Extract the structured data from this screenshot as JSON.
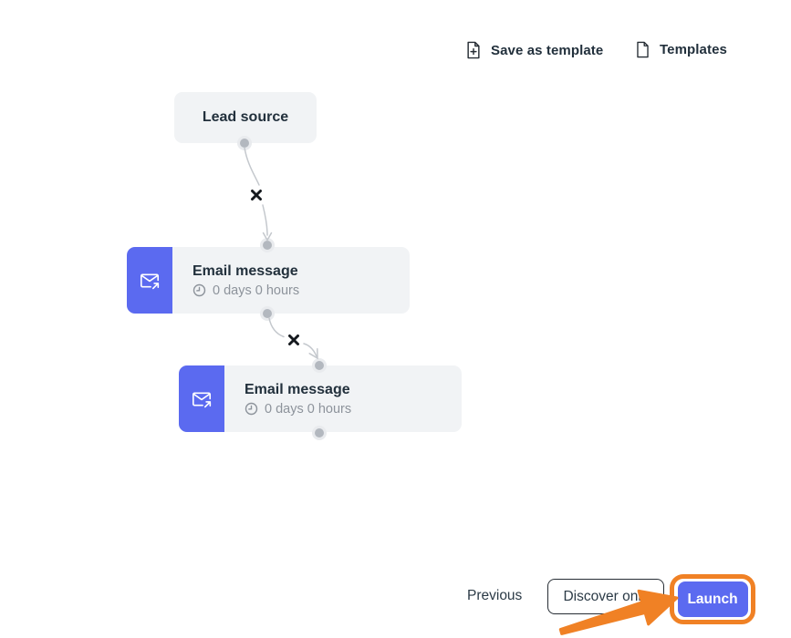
{
  "header": {
    "save_as_template": {
      "label": "Save as template",
      "icon": "file-plus-icon"
    },
    "templates": {
      "label": "Templates",
      "icon": "file-icon"
    }
  },
  "flow": {
    "nodes": [
      {
        "id": "lead-source",
        "title": "Lead source"
      },
      {
        "id": "email-message-1",
        "title": "Email message",
        "delay": "0 days 0 hours",
        "icon": "send-email-icon",
        "delay_icon": "clock-icon"
      },
      {
        "id": "email-message-2",
        "title": "Email message",
        "delay": "0 days 0 hours",
        "icon": "send-email-icon",
        "delay_icon": "clock-icon"
      }
    ],
    "connectors": [
      {
        "from": "lead-source",
        "to": "email-message-1",
        "delete_icon": "x-icon"
      },
      {
        "from": "email-message-1",
        "to": "email-message-2",
        "delete_icon": "x-icon"
      }
    ]
  },
  "footer": {
    "previous_label": "Previous",
    "discover_label": "Discover only",
    "launch_label": "Launch"
  },
  "annotation": {
    "type": "orange ring and arrow highlighting the Launch button",
    "color": "#f08125"
  },
  "colors": {
    "accent_indigo": "#5b6af0",
    "node_background": "#f1f3f5",
    "text_dark": "#22303c",
    "text_muted": "#8d939b",
    "connector_line": "#c4c8cd",
    "handle_dot": "#b3b8bf",
    "annotation_orange": "#f08125",
    "canvas_background": "#ffffff"
  }
}
